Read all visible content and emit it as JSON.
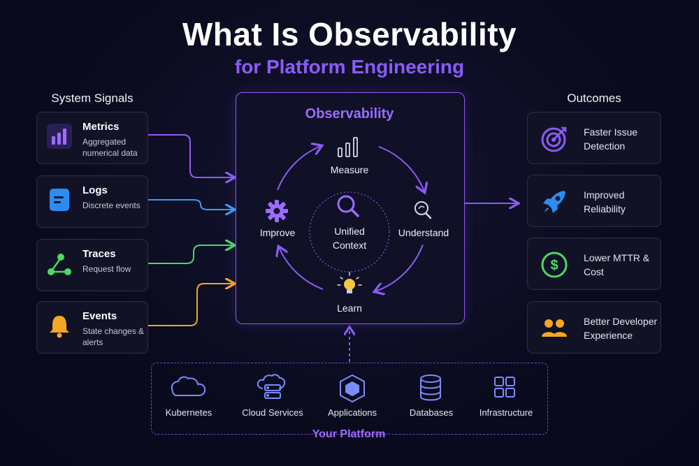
{
  "header": {
    "title": "What Is Observability",
    "subtitle": "for Platform Engineering"
  },
  "signals": {
    "title": "System Signals",
    "items": [
      {
        "name": "Metrics",
        "desc": "Aggregated numerical data",
        "icon": "bar-chart-icon",
        "color": "#8b5cf6"
      },
      {
        "name": "Logs",
        "desc": "Discrete events",
        "icon": "document-icon",
        "color": "#3b9cf6"
      },
      {
        "name": "Traces",
        "desc": "Request flow",
        "icon": "trace-graph-icon",
        "color": "#4cd964"
      },
      {
        "name": "Events",
        "desc": "State changes & alerts",
        "icon": "bell-icon",
        "color": "#f5a623"
      }
    ]
  },
  "observability": {
    "title": "Observability",
    "center": "Unified Context",
    "steps": {
      "measure": "Measure",
      "understand": "Understand",
      "learn": "Learn",
      "improve": "Improve"
    }
  },
  "outcomes": {
    "title": "Outcomes",
    "items": [
      {
        "label": "Faster Issue Detection",
        "icon": "target-icon",
        "color": "#8b5cf6"
      },
      {
        "label": "Improved Reliability",
        "icon": "rocket-icon",
        "color": "#3b9cf6"
      },
      {
        "label": "Lower MTTR & Cost",
        "icon": "dollar-icon",
        "color": "#4cd964"
      },
      {
        "label": "Better Developer Experience",
        "icon": "users-icon",
        "color": "#f5a623"
      }
    ]
  },
  "platform": {
    "title": "Your Platform",
    "items": [
      {
        "label": "Kubernetes",
        "icon": "cloud-icon"
      },
      {
        "label": "Cloud Services",
        "icon": "cloud-server-icon"
      },
      {
        "label": "Applications",
        "icon": "cube-icon"
      },
      {
        "label": "Databases",
        "icon": "database-icon"
      },
      {
        "label": "Infrastructure",
        "icon": "grid-icon"
      }
    ]
  }
}
